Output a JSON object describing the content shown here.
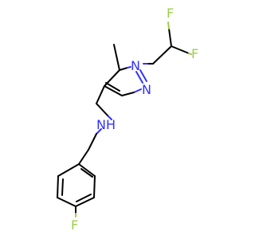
{
  "molecule": {
    "colors": {
      "carbon": "#000000",
      "nitrogen": "#3232ff",
      "fluorine": "#9ecd4a",
      "background": "#ffffff"
    },
    "atom_labels": {
      "f_top": "F",
      "f_right": "F",
      "n1": "N",
      "n2": "N",
      "nh": "NH",
      "f_bottom": "F"
    }
  }
}
